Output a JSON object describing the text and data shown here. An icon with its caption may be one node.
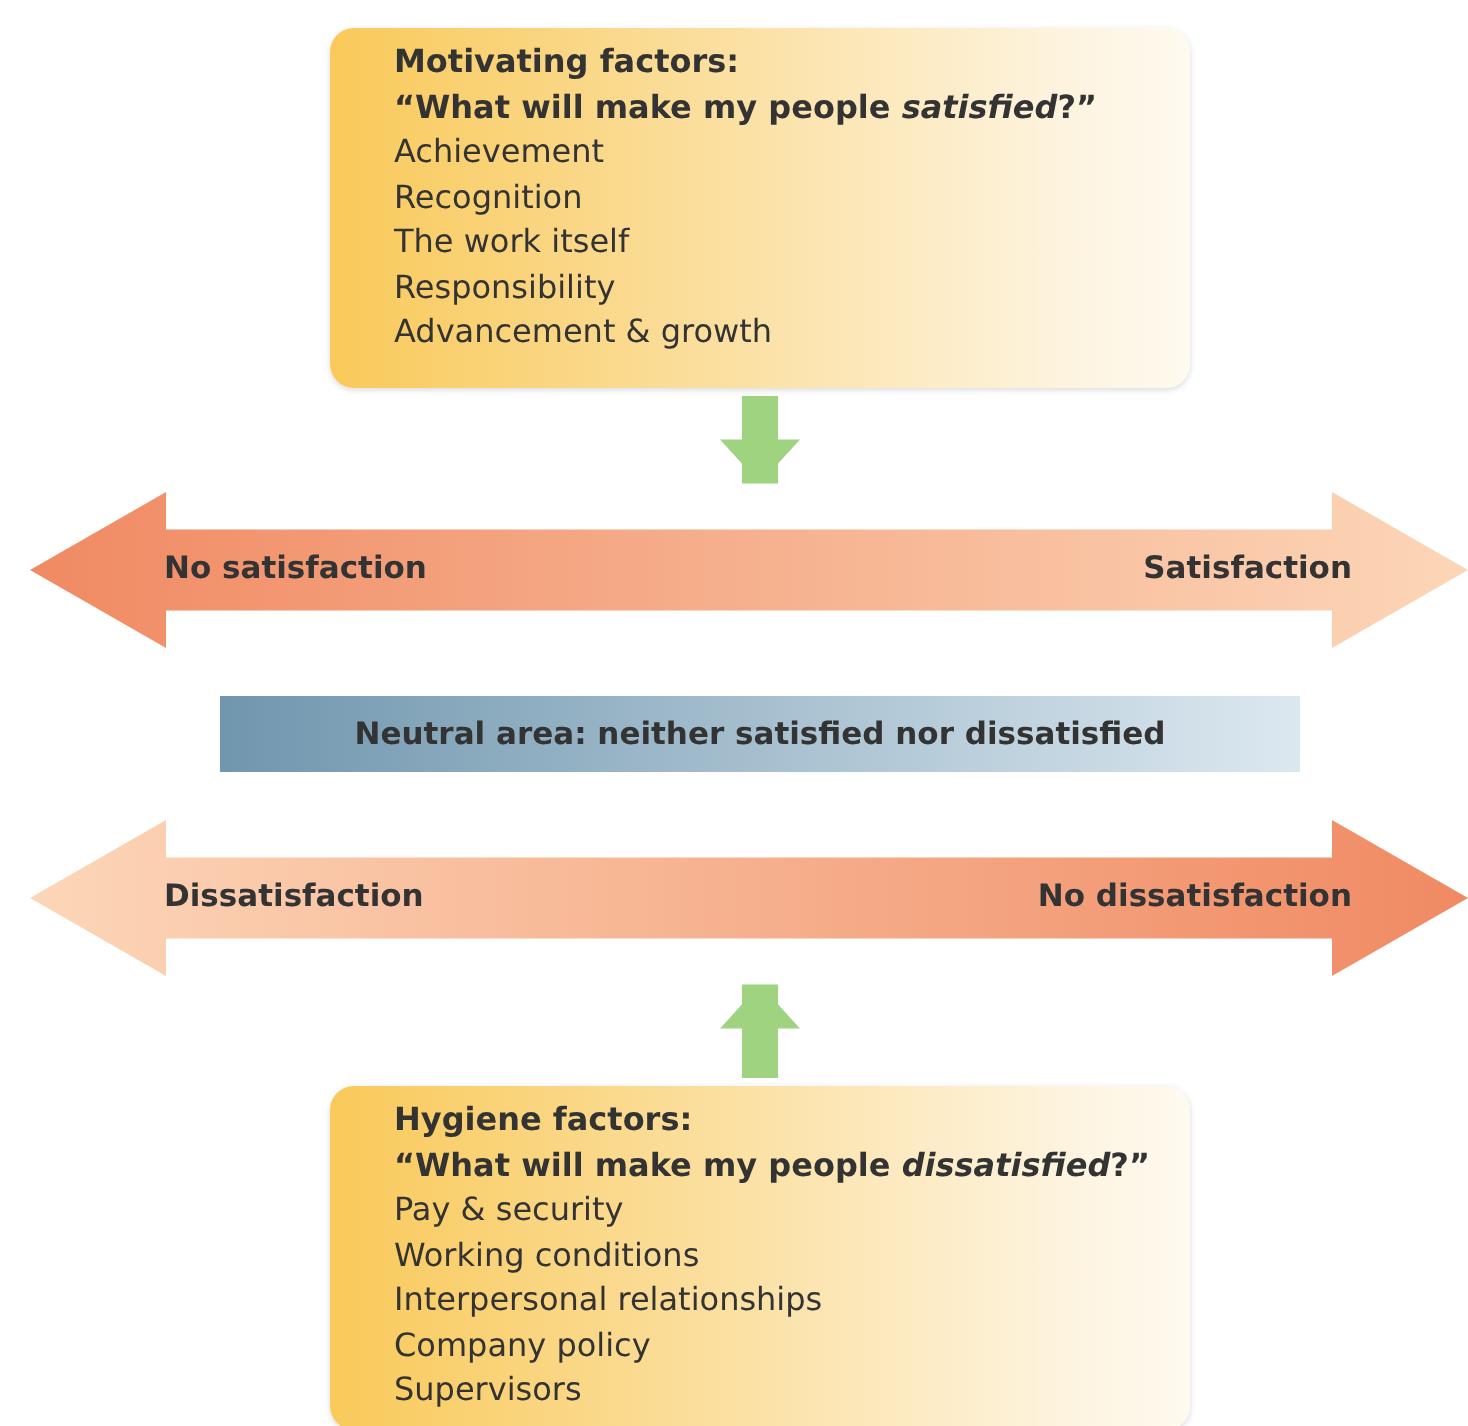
{
  "diagram": {
    "nodes": [
      {
        "text": [
          "Motivating factors:",
          "“What will make my people *satisfied*?”",
          "Achievement",
          "Recognition",
          "The work itself",
          "Responsibility",
          "Advancement & growth"
        ]
      },
      {
        "text": [
          "No satisfaction",
          "Satisfaction"
        ]
      },
      {
        "text": [
          "Neutral area: neither satisfied nor dissatisfied"
        ]
      },
      {
        "text": [
          "Dissatisfaction",
          "No dissatisfaction"
        ]
      },
      {
        "text": [
          "Hygiene factors:",
          "“What will make my people *dissatisfied*?”",
          "Pay & security",
          "Working conditions",
          "Interpersonal relationships",
          "Company policy",
          "Supervisors"
        ]
      }
    ],
    "edges": [
      {
        "from": 0,
        "to": 1,
        "arrow": "to"
      },
      {
        "from": 4,
        "to": 3,
        "arrow": "to"
      }
    ]
  }
}
